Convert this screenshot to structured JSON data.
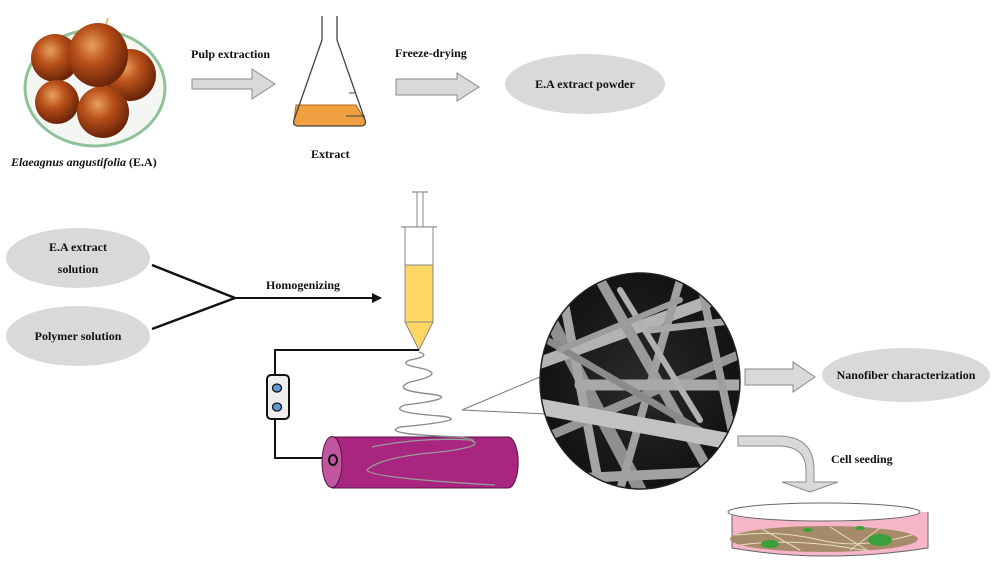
{
  "title": "Elaeagnus angustifolia extract nanofiber fabrication workflow",
  "top_row": {
    "fruit_label_italic": "Elaeagnus angustifolia",
    "fruit_label_suffix": "(E.A)",
    "step1_label": "Pulp extraction",
    "flask_label": "Extract",
    "step2_label": "Freeze-drying",
    "product_label": "E.A extract powder"
  },
  "bottom_row": {
    "input1_line1": "E.A extract",
    "input1_line2": "solution",
    "input2_label": "Polymer solution",
    "mix_label": "Homogenizing",
    "output1_label": "Nanofiber characterization",
    "output2_label": "Cell seeding"
  },
  "colors": {
    "ellipse_fill": "#d9d9d9",
    "arrow_fill": "#d9d9d9",
    "extract_orange": "#f0a040",
    "syringe_yellow": "#fdd663",
    "collector_magenta": "#a8267f",
    "dish_pink": "#f6b6c8",
    "electrode_blue": "#5b9bd5"
  }
}
